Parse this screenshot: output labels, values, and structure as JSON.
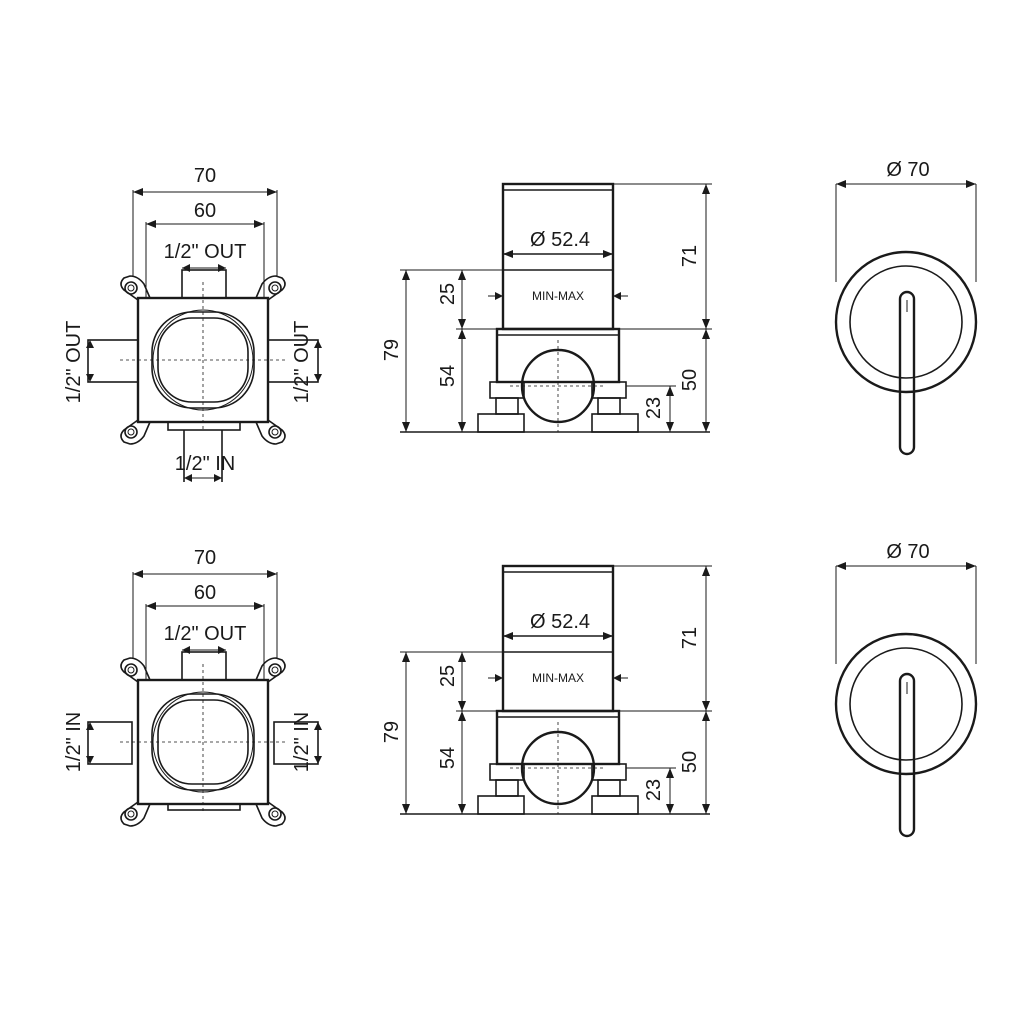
{
  "colors": {
    "ink": "#1a1a1a",
    "background": "#ffffff"
  },
  "rows": [
    {
      "plan": {
        "dim_outer": "70",
        "dim_inner": "60",
        "label_top": "1/2\" OUT",
        "label_left": "1/2\" OUT",
        "label_right": "1/2\" OUT",
        "label_bottom": "1/2\" IN"
      },
      "side": {
        "diameter": "Ø 52.4",
        "range": "MIN-MAX",
        "dim_total": "79",
        "dim_range": "25",
        "dim_body": "54",
        "dim_top": "71",
        "dim_low": "50",
        "dim_base": "23"
      },
      "front": {
        "diameter": "Ø 70"
      }
    },
    {
      "plan": {
        "dim_outer": "70",
        "dim_inner": "60",
        "label_top": "1/2\" OUT",
        "label_left": "1/2\" IN",
        "label_right": "1/2\" IN"
      },
      "side": {
        "diameter": "Ø 52.4",
        "range": "MIN-MAX",
        "dim_total": "79",
        "dim_range": "25",
        "dim_body": "54",
        "dim_top": "71",
        "dim_low": "50",
        "dim_base": "23"
      },
      "front": {
        "diameter": "Ø 70"
      }
    }
  ]
}
